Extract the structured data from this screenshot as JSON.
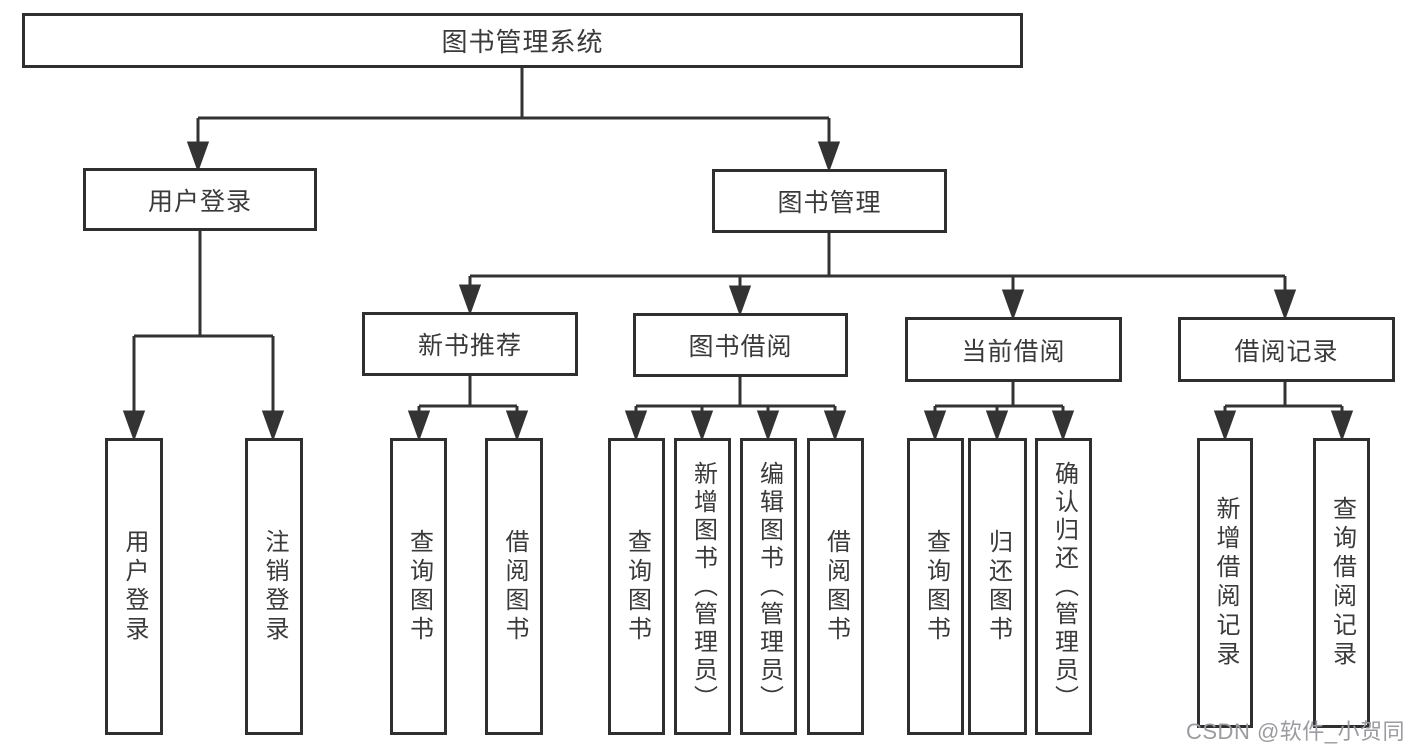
{
  "colors": {
    "line": "#333333",
    "box_border": "#2f2f2f",
    "text": "#3a3a3a",
    "background": "#ffffff",
    "watermark": "#9b9ba1"
  },
  "watermark": {
    "text": "CSDN @软件_小贺同学"
  },
  "tree": {
    "label": "图书管理系统",
    "children": [
      {
        "label": "用户登录",
        "children": [
          {
            "label": "用户登录"
          },
          {
            "label": "注销登录"
          }
        ]
      },
      {
        "label": "图书管理",
        "children": [
          {
            "label": "新书推荐",
            "children": [
              {
                "label": "查询图书"
              },
              {
                "label": "借阅图书"
              }
            ]
          },
          {
            "label": "图书借阅",
            "children": [
              {
                "label": "查询图书"
              },
              {
                "label": "新增图书（管理员）"
              },
              {
                "label": "编辑图书（管理员）"
              },
              {
                "label": "借阅图书"
              }
            ]
          },
          {
            "label": "当前借阅",
            "children": [
              {
                "label": "查询图书"
              },
              {
                "label": "归还图书"
              },
              {
                "label": "确认归还（管理员）"
              }
            ]
          },
          {
            "label": "借阅记录",
            "children": [
              {
                "label": "新增借阅记录"
              },
              {
                "label": "查询借阅记录"
              }
            ]
          }
        ]
      }
    ]
  }
}
